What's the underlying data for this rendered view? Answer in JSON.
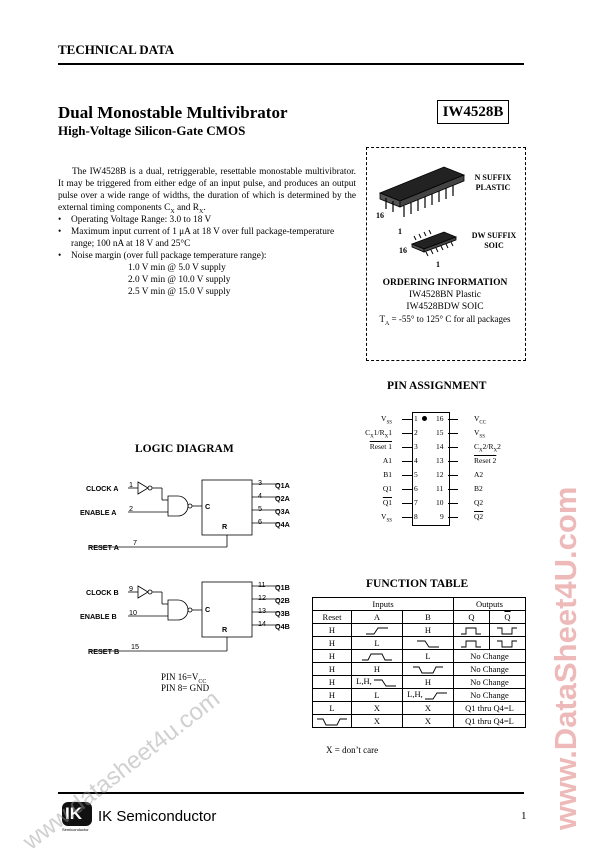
{
  "header": {
    "label": "TECHNICAL DATA"
  },
  "title": "Dual Monostable Multivibrator",
  "subtitle": "High-Voltage Silicon-Gate CMOS",
  "part_number": "IW4528B",
  "description": "The IW4528B is a dual, retriggerable, resettable monostable multivibrator. It may be triggered from either edge of an input pulse, and produces an output pulse over a wide range of widths, the duration of which is determined by the external timing components Cₓ and Rₓ.",
  "features": [
    "Operating Voltage Range: 3.0 to 18 V",
    "Maximum input current of 1 μA at 18 V over full package-temperature range; 100 nA at 18 V and 25°C",
    "Noise margin (over full package temperature range):"
  ],
  "noise_margins": [
    "1.0 V min @ 5.0 V supply",
    "2.0 V min @ 10.0 V supply",
    "2.5 V min @ 15.0 V supply"
  ],
  "packages": {
    "n_suffix": "N SUFFIX",
    "n_type": "PLASTIC",
    "dw_suffix": "DW SUFFIX",
    "dw_type": "SOIC",
    "pin16": "16",
    "pin1": "1"
  },
  "ordering": {
    "title": "ORDERING INFORMATION",
    "lines": [
      "IW4528BN Plastic",
      "IW4528BDW SOIC"
    ],
    "temp": "Tₐ = -55° to 125° C for all packages"
  },
  "pin_assignment": {
    "title": "PIN ASSIGNMENT",
    "left_labels": [
      "VSS",
      "CX1/RX1",
      "Reset 1",
      "A1",
      "B1",
      "Q1",
      "Q1",
      "VSS"
    ],
    "left_numbers": [
      "1",
      "2",
      "3",
      "4",
      "5",
      "6",
      "7",
      "8"
    ],
    "right_numbers": [
      "16",
      "15",
      "14",
      "13",
      "12",
      "11",
      "10",
      "9"
    ],
    "right_labels": [
      "VCC",
      "VSS",
      "CX2/RX2",
      "Reset 2",
      "A2",
      "B2",
      "Q2",
      "Q2"
    ]
  },
  "logic_diagram": {
    "title": "LOGIC DIAGRAM",
    "block1": {
      "inputs": [
        "CLOCK A",
        "ENABLE A",
        "RESET A"
      ],
      "input_pins": [
        "1",
        "2",
        "7"
      ],
      "output_pins": [
        "3",
        "4",
        "5",
        "6"
      ],
      "outputs": [
        "Q1A",
        "Q2A",
        "Q3A",
        "Q4A"
      ],
      "c": "C",
      "r": "R"
    },
    "block2": {
      "inputs": [
        "CLOCK B",
        "ENABLE B",
        "RESET B"
      ],
      "input_pins": [
        "9",
        "10",
        "15"
      ],
      "output_pins": [
        "11",
        "12",
        "13",
        "14"
      ],
      "outputs": [
        "Q1B",
        "Q2B",
        "Q3B",
        "Q4B"
      ],
      "c": "C",
      "r": "R"
    },
    "notes": [
      "PIN 16=VCC",
      "PIN 8= GND"
    ]
  },
  "function_table": {
    "title": "FUNCTION TABLE",
    "group_inputs": "Inputs",
    "group_outputs": "Outputs",
    "headers": [
      "Reset",
      "A",
      "B",
      "Q",
      "Q"
    ],
    "rows": [
      [
        "H",
        "rise",
        "H",
        "pulse",
        "npulse"
      ],
      [
        "H",
        "L",
        "fall",
        "pulse",
        "npulse"
      ],
      [
        "H",
        "rise-fall",
        "L",
        "No Change",
        ""
      ],
      [
        "H",
        "H",
        "fall-rise",
        "No Change",
        ""
      ],
      [
        "H",
        "L,H,fall",
        "H",
        "No Change",
        ""
      ],
      [
        "H",
        "L",
        "L,H,rise",
        "No Change",
        ""
      ],
      [
        "L",
        "X",
        "X",
        "Q1 thru Q4=L",
        ""
      ],
      [
        "fall-rise",
        "X",
        "X",
        "Q1 thru Q4=L",
        ""
      ]
    ],
    "note": "X = don’t care"
  },
  "footer": {
    "company": "IK Semiconductor",
    "logo_text": "IK",
    "logo_sub": "Semiconductor",
    "page": "1"
  },
  "watermarks": {
    "side": "www.DataSheet4U.com",
    "diagonal": "www.datasheet4u.com"
  },
  "colors": {
    "watermark_side": "#d24646",
    "watermark_diag": "#969696",
    "logo_red": "#c8102e"
  }
}
